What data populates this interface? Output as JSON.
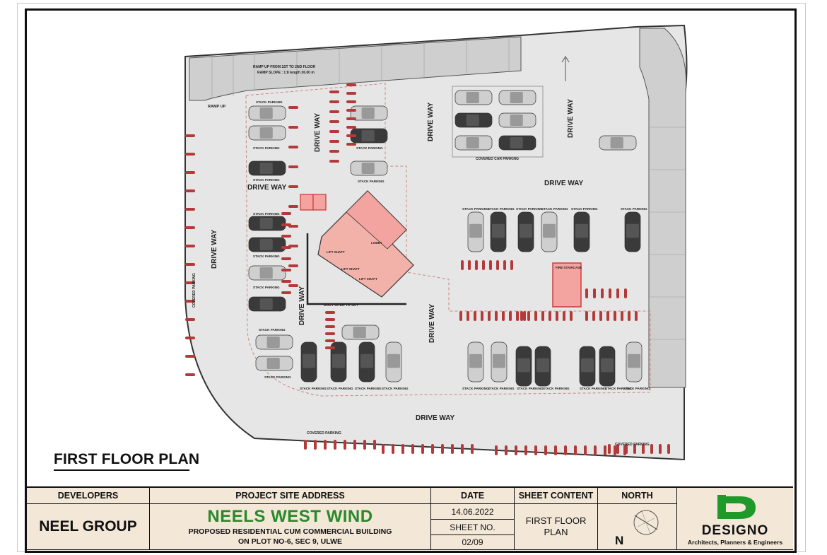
{
  "plan": {
    "title": "FIRST FLOOR PLAN",
    "labels": {
      "drive_way": "DRIVE WAY",
      "stack_parking": "STACK PARKING",
      "covered_parking": "COVERED PARKING",
      "covered_car_parking": "COVERED CAR PARKING",
      "ramp_up": "RAMP UP",
      "ramp_note_1": "RAMP UP FROM 1ST TO 2ND FLOOR",
      "ramp_note_2": "RAMP SLOPE : 1:8 length 36.00 m",
      "duct": "DUCT OPEN TO SKY",
      "lift_shaft": "LIFT SHAFT",
      "fire_staircase": "FIRE STAIRCASE",
      "lobby": "LOBBY"
    }
  },
  "title_block": {
    "developers_label": "DEVELOPERS",
    "developer_name": "NEEL GROUP",
    "address_label": "PROJECT SITE ADDRESS",
    "project_name": "NEELS WEST WIND",
    "project_line1": "PROPOSED RESIDENTIAL CUM COMMERCIAL BUILDING",
    "project_line2": "ON PLOT NO-6, SEC 9, ULWE",
    "date_label": "DATE",
    "date_value": "14.06.2022",
    "sheet_no_label": "SHEET NO.",
    "sheet_no_value": "02/09",
    "sheet_content_label": "SHEET CONTENT",
    "sheet_content_line1": "FIRST FLOOR",
    "sheet_content_line2": "PLAN",
    "north_label": "NORTH",
    "north_letter": "N",
    "firm_name": "DESIGNO",
    "firm_tagline": "Architects, Planners & Engineers",
    "colors": {
      "project_green": "#2a8a2a",
      "logo_green": "#1f9a2a",
      "block_bg": "#f3e7d7",
      "core_pink": "#f2b1a9"
    }
  }
}
